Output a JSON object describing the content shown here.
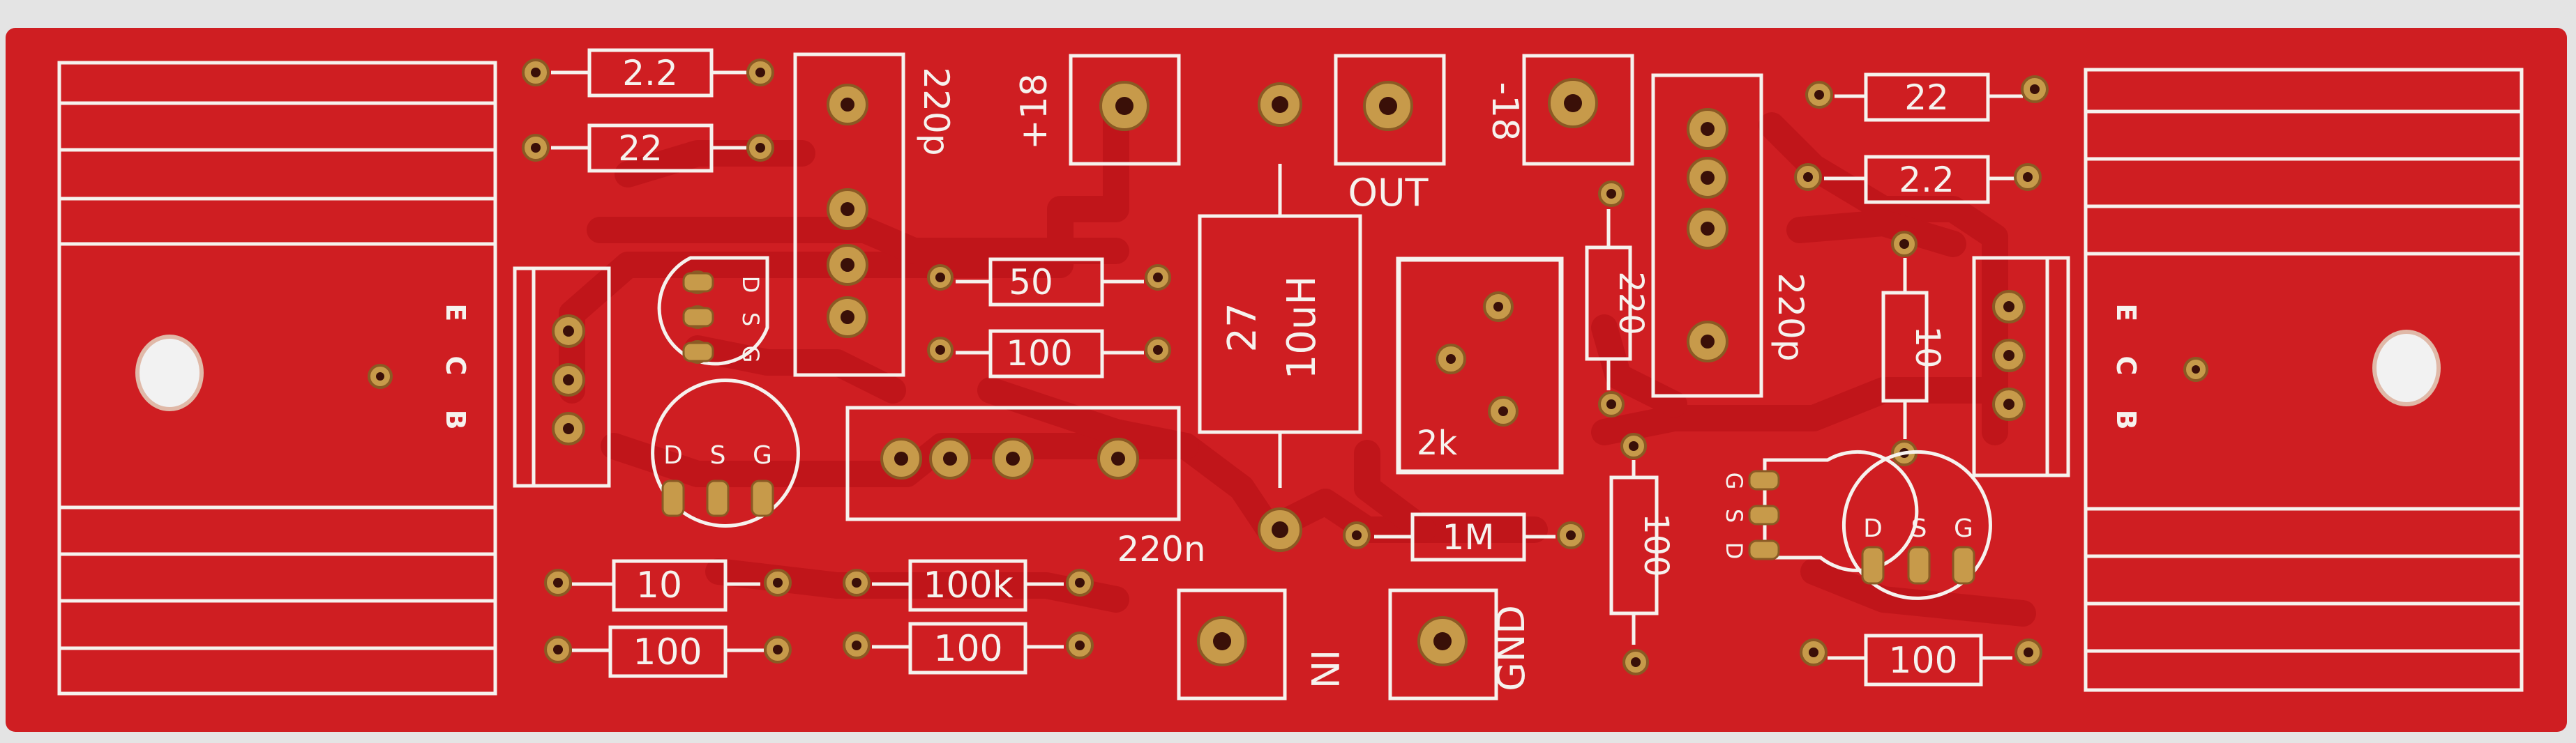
{
  "board": {
    "color": "#cf1e22",
    "trace_color": "#b8141a",
    "silkscreen_color": "#f6f2ee",
    "pad_color": "#c79a4a"
  },
  "labels": {
    "r_2_2_left": "2.2",
    "r_22_left": "22",
    "cap_220p_left": "220p",
    "pwr_plus18": "+18",
    "r_50": "50",
    "r_100_mid": "100",
    "ecb_left": "E C B",
    "fet_left_upper": [
      "D",
      "S",
      "G"
    ],
    "fet_left_lower": [
      "D",
      "S",
      "G"
    ],
    "inductor_27": "27",
    "inductor_10uh": "10uH",
    "out": "OUT",
    "pwr_minus18": "-18",
    "trim_2k": "2k",
    "r_220_vert": "220",
    "cap_220p_right": "220p",
    "r_22_right": "22",
    "r_2_2_right": "2.2",
    "r_10_vert": "10",
    "ecb_right": "E C B",
    "fet_right_mid": [
      "G",
      "S",
      "D"
    ],
    "fet_right_lower": [
      "D",
      "S",
      "G"
    ],
    "r_100_vert": "100",
    "cap_220n": "220n",
    "r_1m": "1M",
    "r_10_bottom": "10",
    "r_100k": "100k",
    "r_100_bl": "100",
    "r_100_bm": "100",
    "r_100_br": "100",
    "in": "IN",
    "gnd": "GND"
  }
}
